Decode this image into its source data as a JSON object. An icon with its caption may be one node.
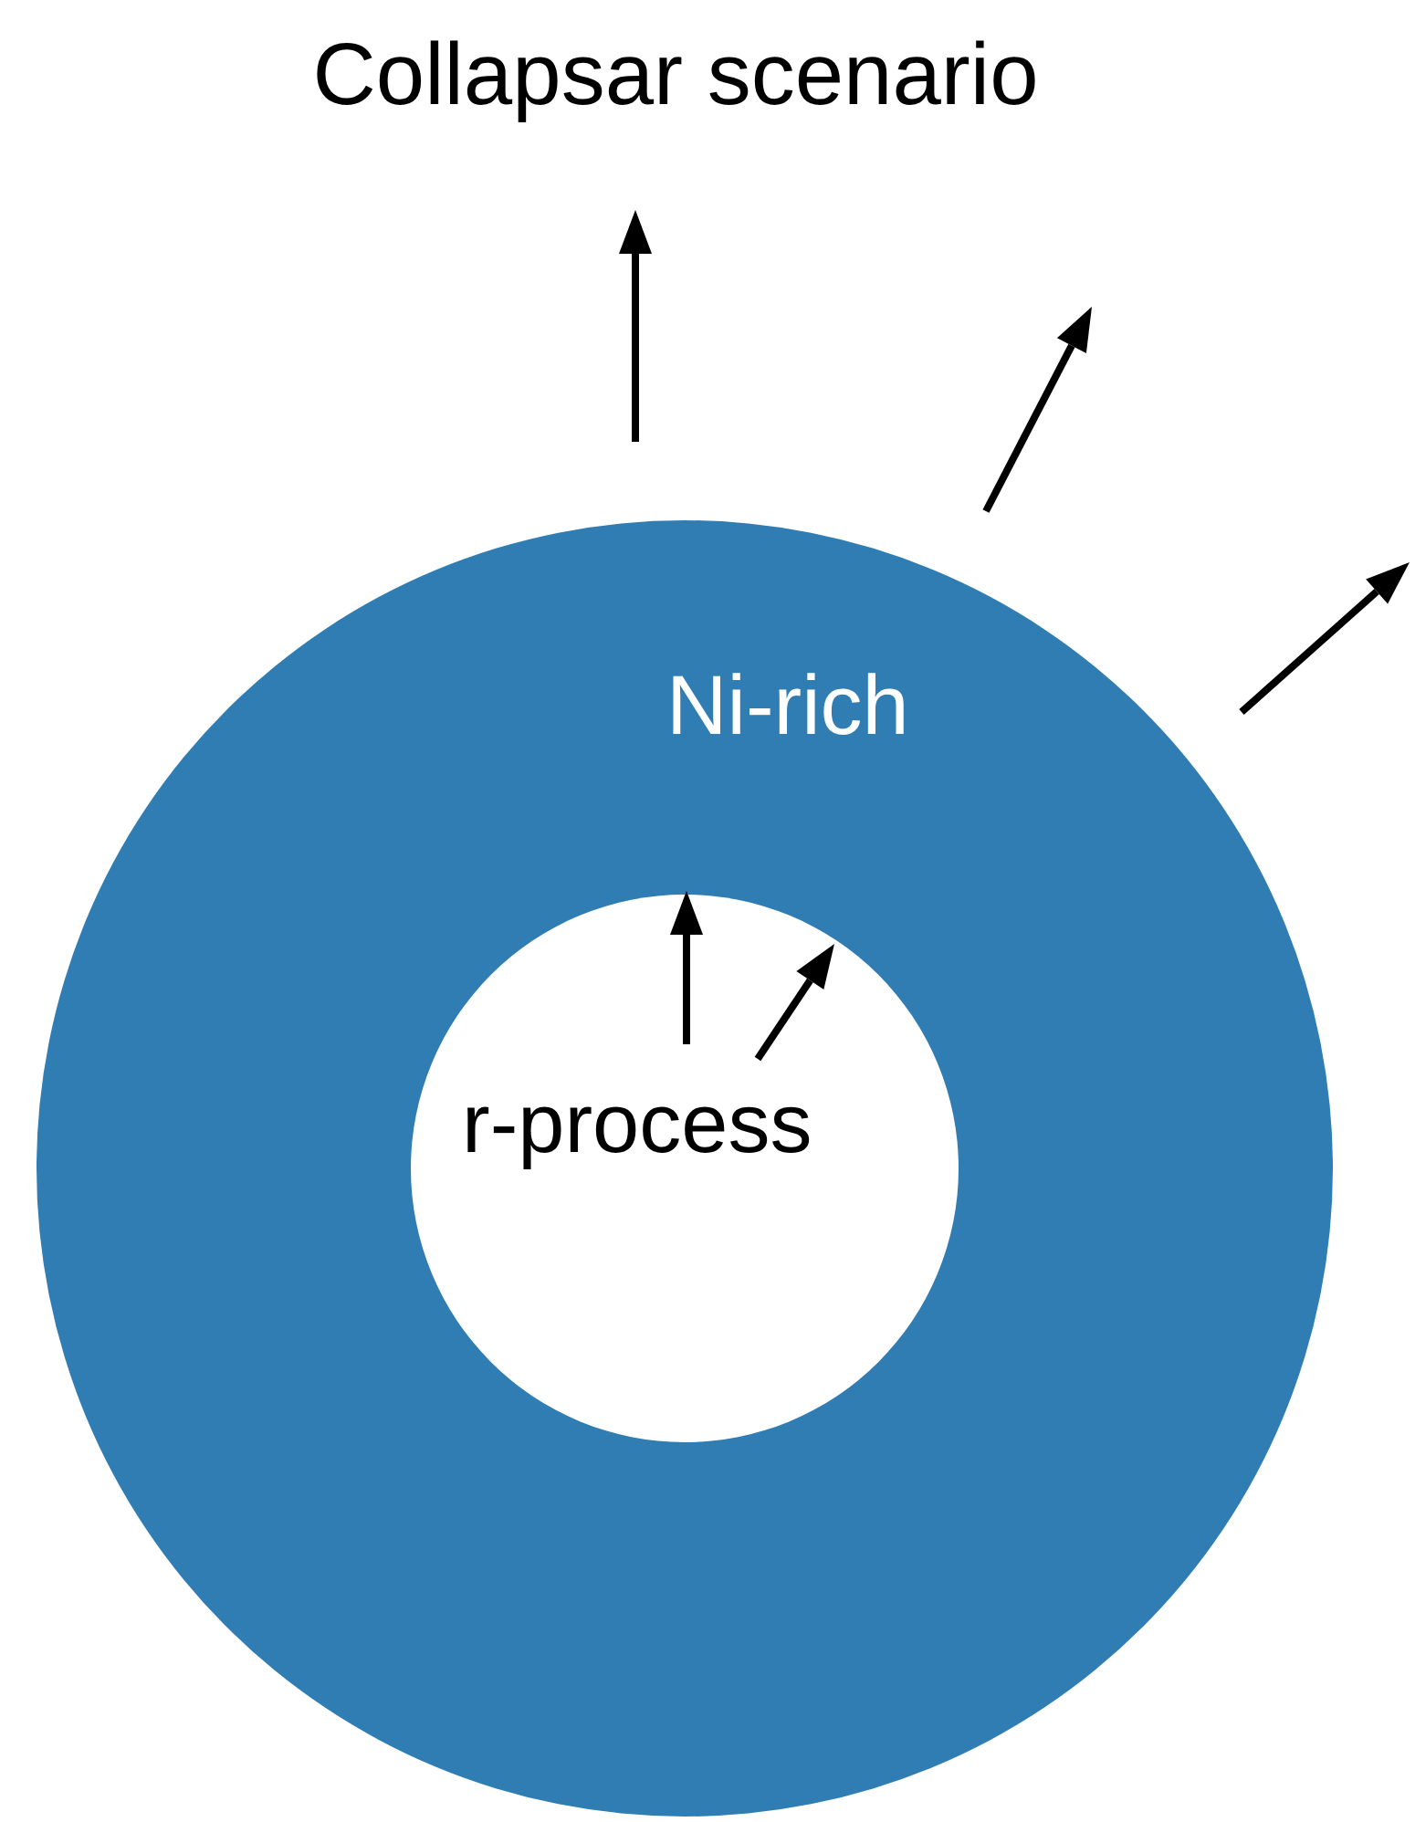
{
  "diagram": {
    "title": "Collapsar scenario",
    "nodes": [
      {
        "text": [
          "Ni-rich"
        ]
      },
      {
        "text": [
          "r-process"
        ],
        "in": 0
      }
    ]
  }
}
